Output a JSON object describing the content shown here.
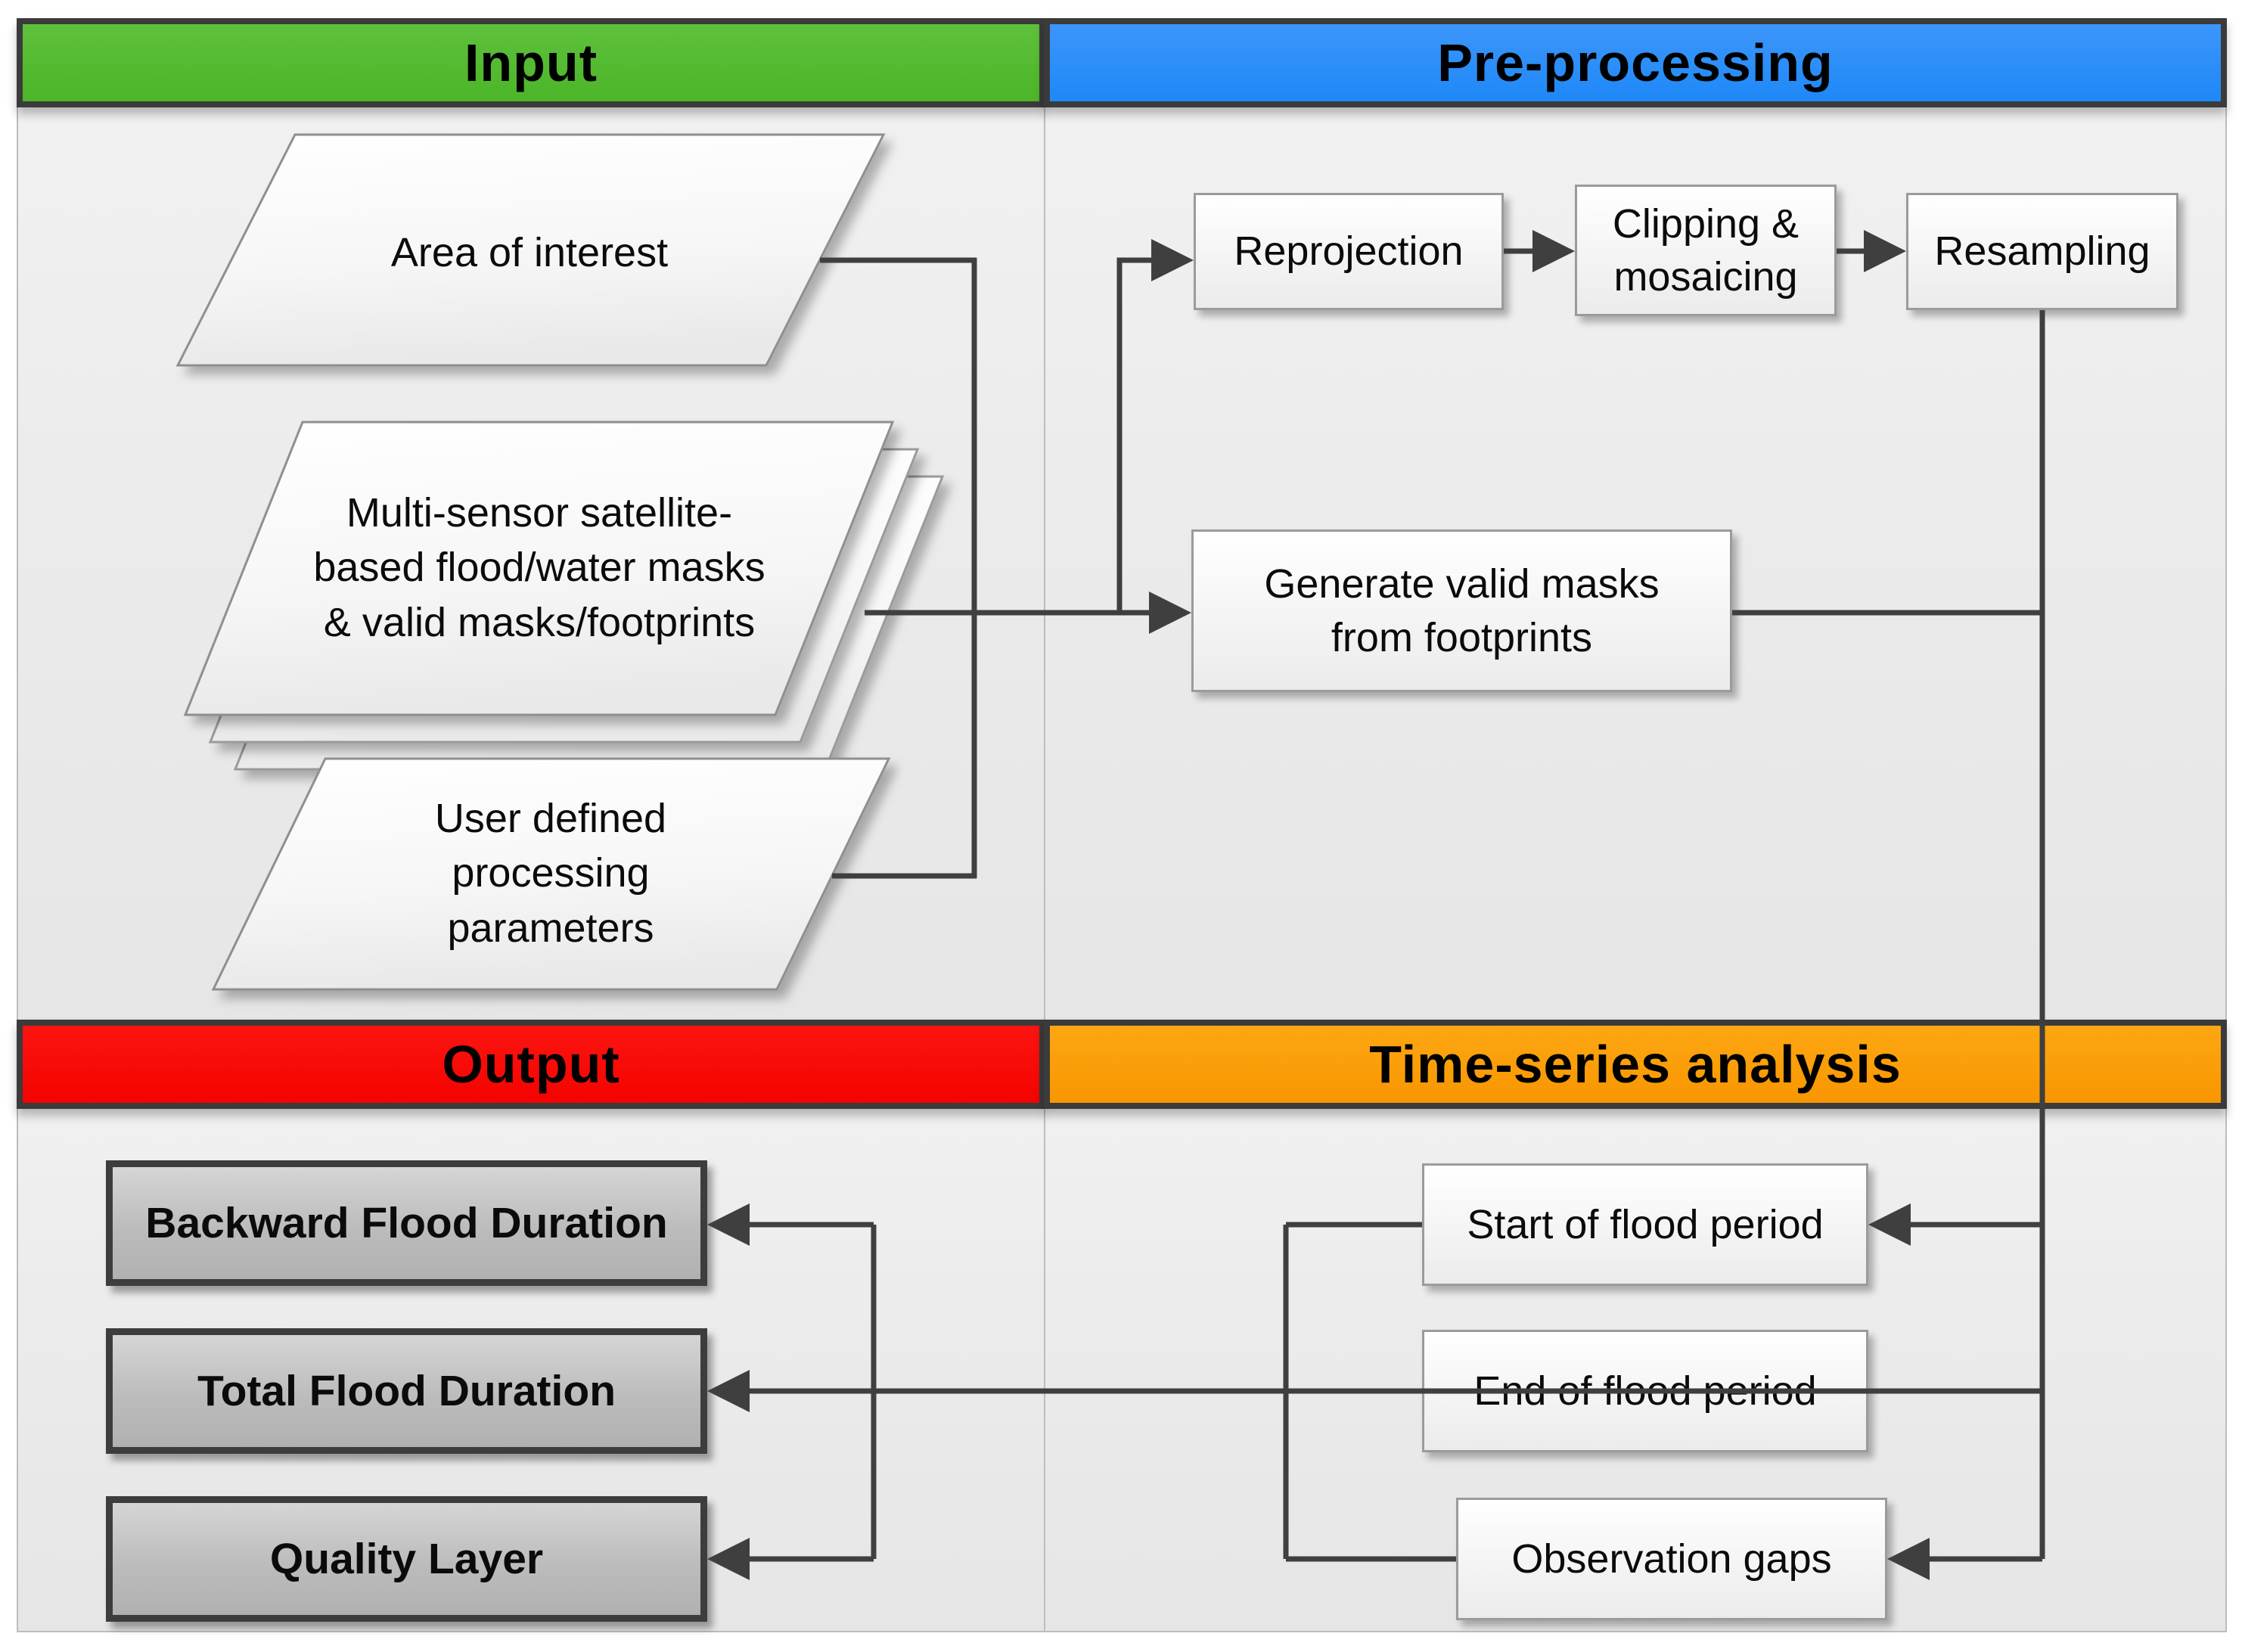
{
  "headers": {
    "input": {
      "label": "Input",
      "color": "#4cb528"
    },
    "preprocessing": {
      "label": "Pre-processing",
      "color": "#2188f7"
    },
    "output": {
      "label": "Output",
      "color": "#f40300"
    },
    "timeseries": {
      "label": "Time-series analysis",
      "color": "#f89600"
    }
  },
  "input": {
    "nodes": {
      "area_of_interest": {
        "label": "Area of interest",
        "shape": "parallelogram"
      },
      "multisensor_masks": {
        "label": "Multi-sensor satellite-\nbased flood/water masks\n& valid masks/footprints",
        "shape": "stacked-parallelograms"
      },
      "user_parameters": {
        "label": "User defined\nprocessing\nparameters",
        "shape": "parallelogram"
      }
    }
  },
  "preprocessing": {
    "nodes": {
      "reprojection": {
        "label": "Reprojection"
      },
      "clipping_mosaicing": {
        "label": "Clipping &\nmosaicing"
      },
      "resampling": {
        "label": "Resampling"
      },
      "generate_valid_masks": {
        "label": "Generate valid masks\nfrom footprints"
      }
    }
  },
  "timeseries": {
    "nodes": {
      "start_flood_period": {
        "label": "Start of flood period"
      },
      "end_flood_period": {
        "label": "End of flood period"
      },
      "observation_gaps": {
        "label": "Observation gaps"
      }
    }
  },
  "output": {
    "nodes": {
      "backward_flood_duration": {
        "label": "Backward Flood Duration"
      },
      "total_flood_duration": {
        "label": "Total Flood Duration"
      },
      "quality_layer": {
        "label": "Quality Layer"
      }
    }
  },
  "colors": {
    "connector": "#3f3f3f",
    "cell_background": "#ececec",
    "node_border_dark": "#3d3d3d",
    "gray_node_fill": "#bfbfbf"
  }
}
